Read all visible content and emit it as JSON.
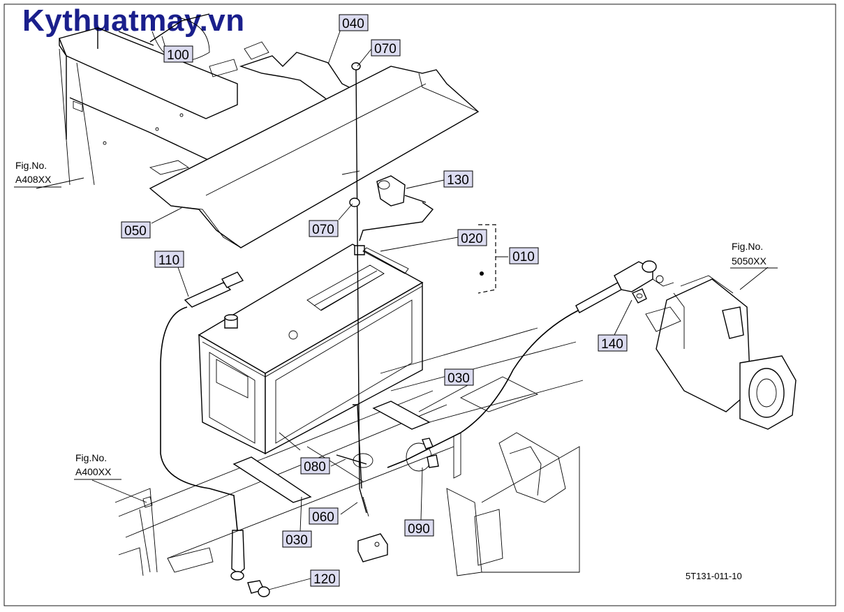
{
  "watermark": "Kythuatmay.vn",
  "drawing_number": "5T131-011-10",
  "callouts": [
    {
      "id": "c100",
      "label": "100"
    },
    {
      "id": "c040",
      "label": "040"
    },
    {
      "id": "c070a",
      "label": "070"
    },
    {
      "id": "c130",
      "label": "130"
    },
    {
      "id": "c050",
      "label": "050"
    },
    {
      "id": "c070b",
      "label": "070"
    },
    {
      "id": "c020",
      "label": "020"
    },
    {
      "id": "c010",
      "label": "010"
    },
    {
      "id": "c110",
      "label": "110"
    },
    {
      "id": "c140",
      "label": "140"
    },
    {
      "id": "c030a",
      "label": "030"
    },
    {
      "id": "c080",
      "label": "080"
    },
    {
      "id": "c060",
      "label": "060"
    },
    {
      "id": "c090",
      "label": "090"
    },
    {
      "id": "c030b",
      "label": "030"
    },
    {
      "id": "c120",
      "label": "120"
    }
  ],
  "figure_refs": [
    {
      "id": "fig-a408",
      "title": "Fig.No.",
      "code": "A408XX"
    },
    {
      "id": "fig-a400",
      "title": "Fig.No.",
      "code": "A400XX"
    },
    {
      "id": "fig-5050",
      "title": "Fig.No.",
      "code": "5050XX"
    }
  ]
}
